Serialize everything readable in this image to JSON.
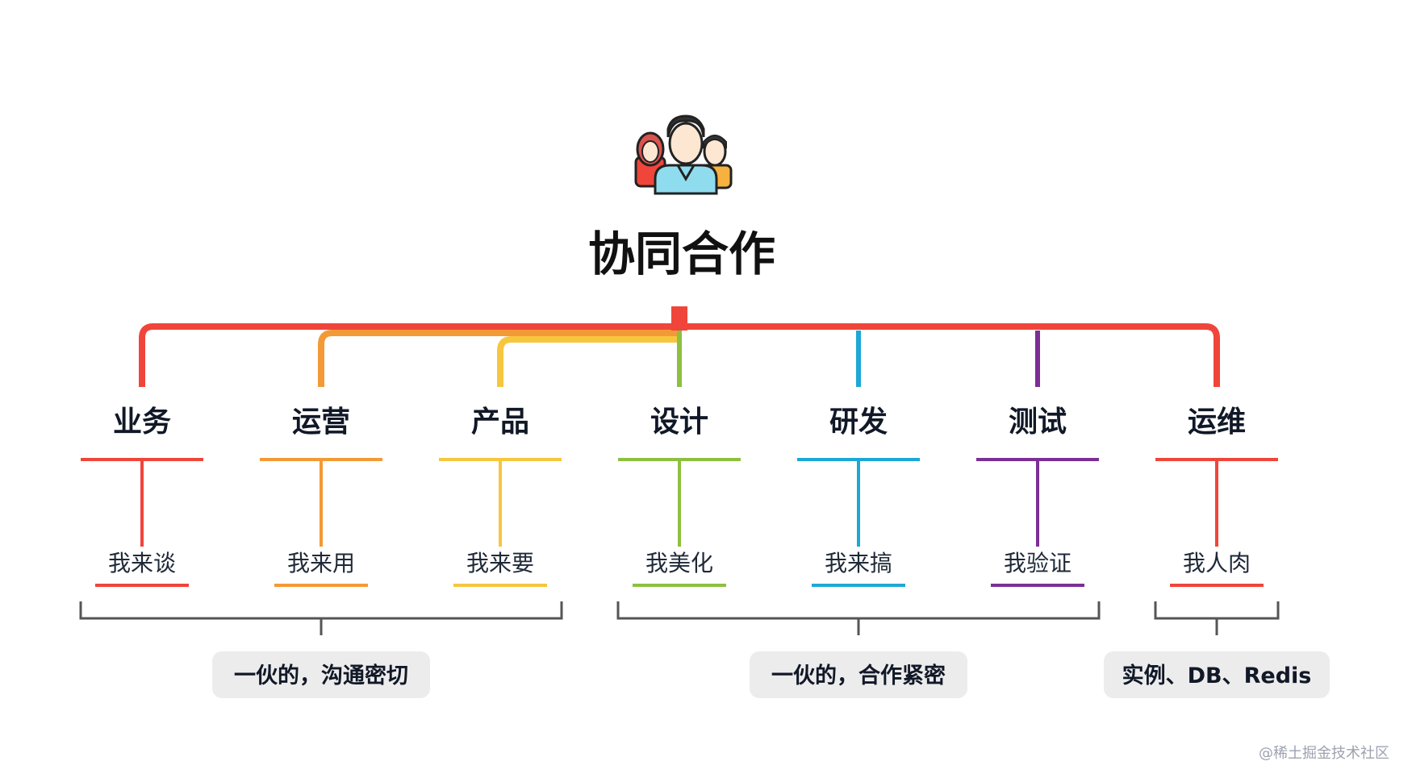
{
  "title": "协同合作",
  "icon": "team-people-icon",
  "colors": {
    "red": "#f0453a",
    "orange": "#f39a36",
    "yellow": "#f6c63e",
    "green": "#8dc03f",
    "blue": "#1ca8d6",
    "purple": "#7b2f95",
    "bracket": "#555555",
    "pill": "#ececec"
  },
  "roles": [
    {
      "name": "业务",
      "action": "我来谈",
      "color": "#f0453a"
    },
    {
      "name": "运营",
      "action": "我来用",
      "color": "#f39a36"
    },
    {
      "name": "产品",
      "action": "我来要",
      "color": "#f6c63e"
    },
    {
      "name": "设计",
      "action": "我美化",
      "color": "#8dc03f"
    },
    {
      "name": "研发",
      "action": "我来搞",
      "color": "#1ca8d6"
    },
    {
      "name": "测试",
      "action": "我验证",
      "color": "#7b2f95"
    },
    {
      "name": "运维",
      "action": "我人肉",
      "color": "#f0453a"
    }
  ],
  "groups": [
    {
      "label": "一伙的，沟通密切",
      "from": 0,
      "to": 2
    },
    {
      "label": "一伙的，合作紧密",
      "from": 3,
      "to": 5
    },
    {
      "label": "实例、DB、Redis",
      "from": 6,
      "to": 6
    }
  ],
  "watermark": "@稀土掘金技术社区"
}
